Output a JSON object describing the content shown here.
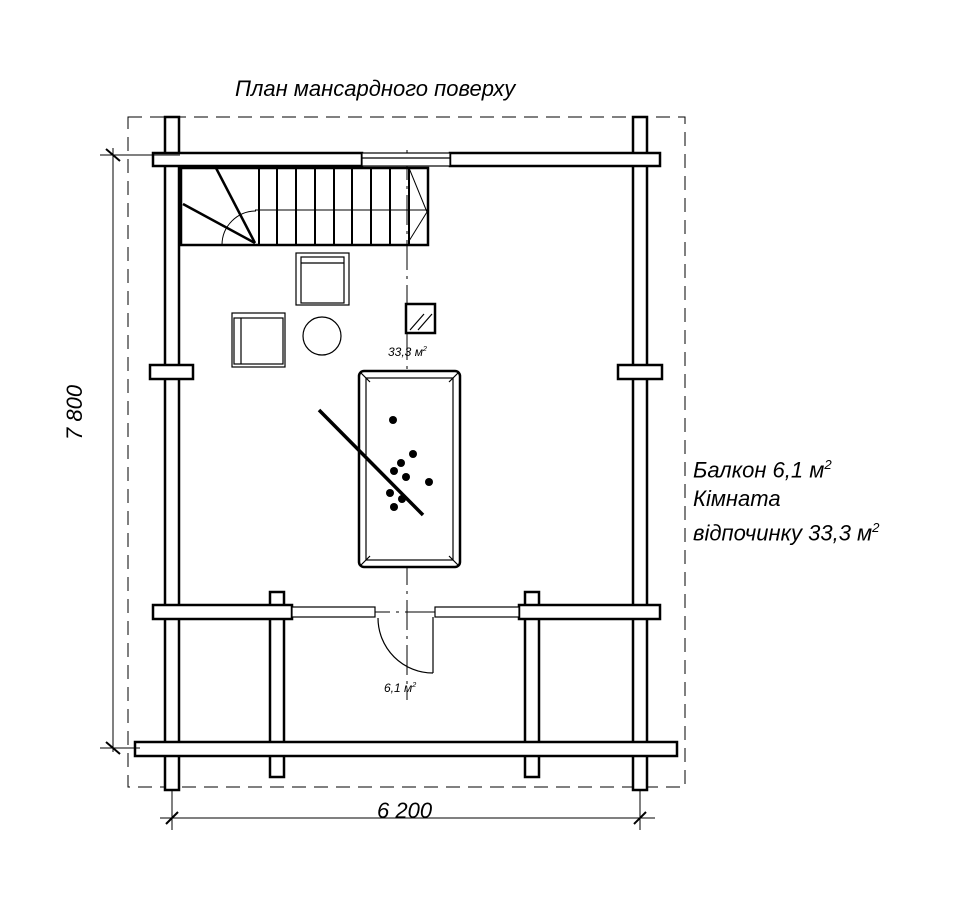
{
  "title": "План мансардного поверху",
  "legend": {
    "balcony_label": "Балкон 6,1 м",
    "balcony_sup": "2",
    "room_line1": "Кімната",
    "room_line2": "відпочинку 33,3 м",
    "room_sup": "2"
  },
  "rooms": {
    "rest_room_area": "33,3 м",
    "rest_room_sup": "2",
    "balcony_area": "6,1 м",
    "balcony_sup": "2"
  },
  "dimensions": {
    "height": "7 800",
    "width": "6 200"
  }
}
